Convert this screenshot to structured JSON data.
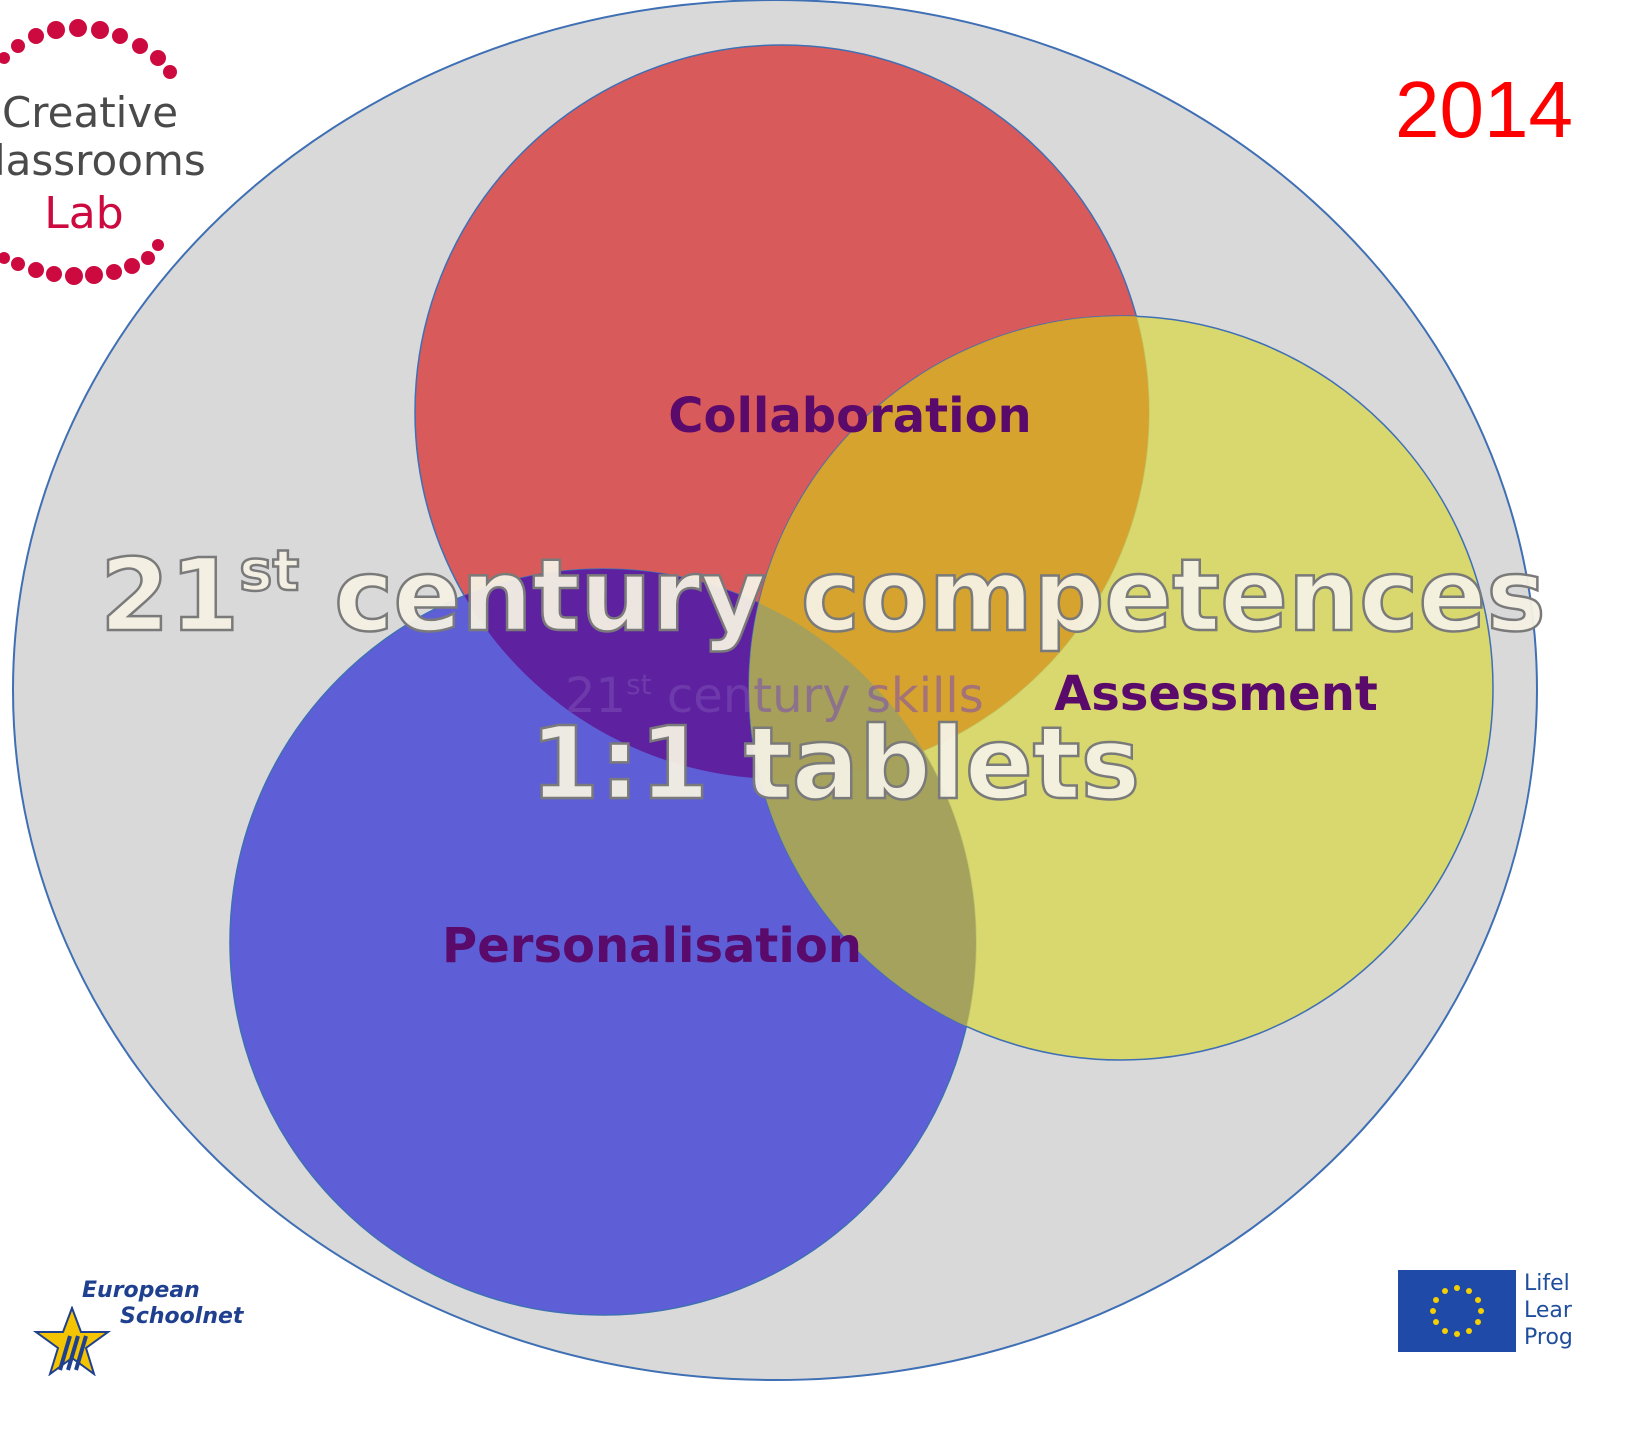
{
  "logo": {
    "line1": "Creative",
    "line2": "lassrooms",
    "line3": "Lab"
  },
  "year": "2014",
  "diagram": {
    "headline_base": "21",
    "headline_sup": "st",
    "headline_rest": " century competences",
    "subheadline": "1:1 tablets",
    "center_label_base": "21",
    "center_label_sup": "st",
    "center_label_rest": " century skills",
    "circles": {
      "collaboration": "Collaboration",
      "assessment": "Assessment",
      "personalisation": "Personalisation"
    },
    "colors": {
      "outer": "#d9d9d9",
      "collaboration": "#d95a5a",
      "assessment": "#d7d75c",
      "personalisation": "#5e5fd6",
      "core": "#5e22a0",
      "label": "#5a0a6a",
      "headline": "#f4f1e4"
    }
  },
  "footer": {
    "left_logo_line1": "European",
    "left_logo_line2": "Schoolnet",
    "right_logo_line1": "Lifel",
    "right_logo_line2": "Lear",
    "right_logo_line3": "Prog"
  }
}
